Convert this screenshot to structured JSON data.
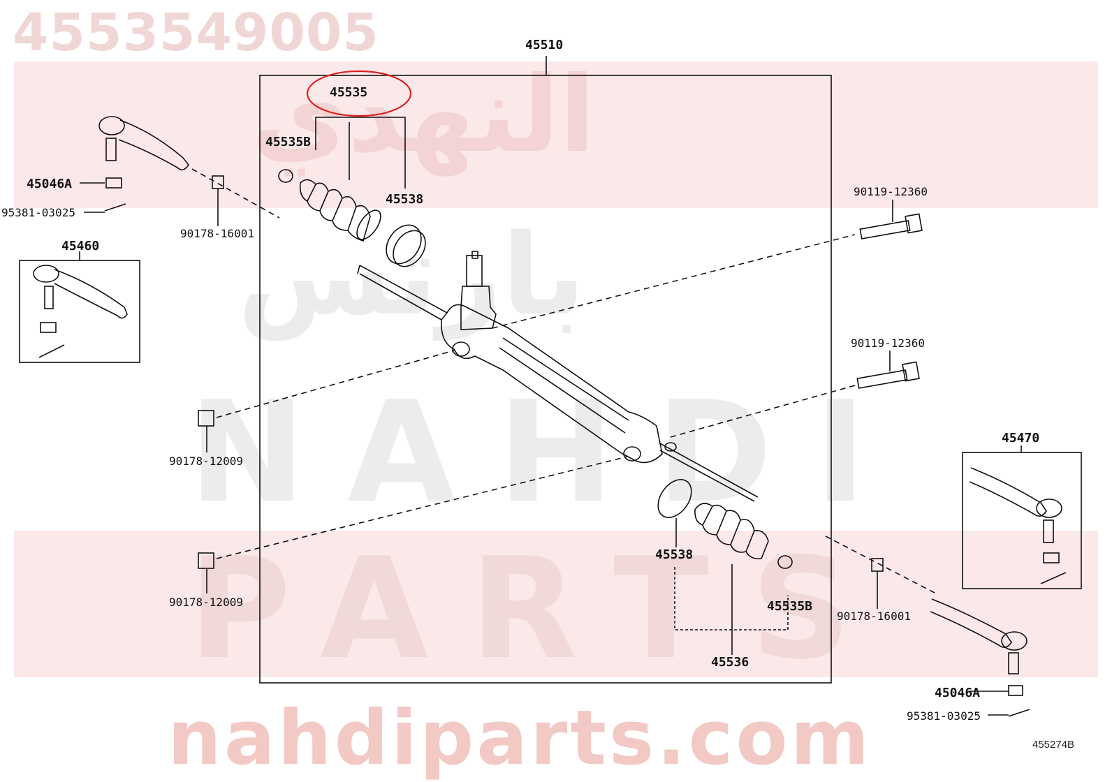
{
  "watermark": {
    "part_number": "4553549005",
    "arabic_top": "النهدي",
    "arabic_bottom": "بارتس",
    "word_one": "NAHDI",
    "word_two": "PARTS",
    "url": "nahdiparts.com"
  },
  "assembly": {
    "label": "45510"
  },
  "labels": {
    "boot_kit_left": "45535",
    "clamp_left": "45535B",
    "band_left": "45538",
    "end_nut_left": "45046A",
    "pin_left": "95381-03025",
    "nut_left": "90178-16001",
    "tie_rod_left": "45460",
    "mount_bolt_top": "90119-12360",
    "mount_bolt_mid": "90119-12360",
    "mount_nut_upper": "90178-12009",
    "mount_nut_lower": "90178-12009",
    "tie_rod_right": "45470",
    "band_right": "45538",
    "clamp_right": "45535B",
    "boot_right": "45536",
    "nut_right": "90178-16001",
    "end_nut_right": "45046A",
    "pin_right": "95381-03025"
  },
  "highlight": {
    "target": "45535",
    "color": "#e02020"
  },
  "reference_code": "455274B"
}
